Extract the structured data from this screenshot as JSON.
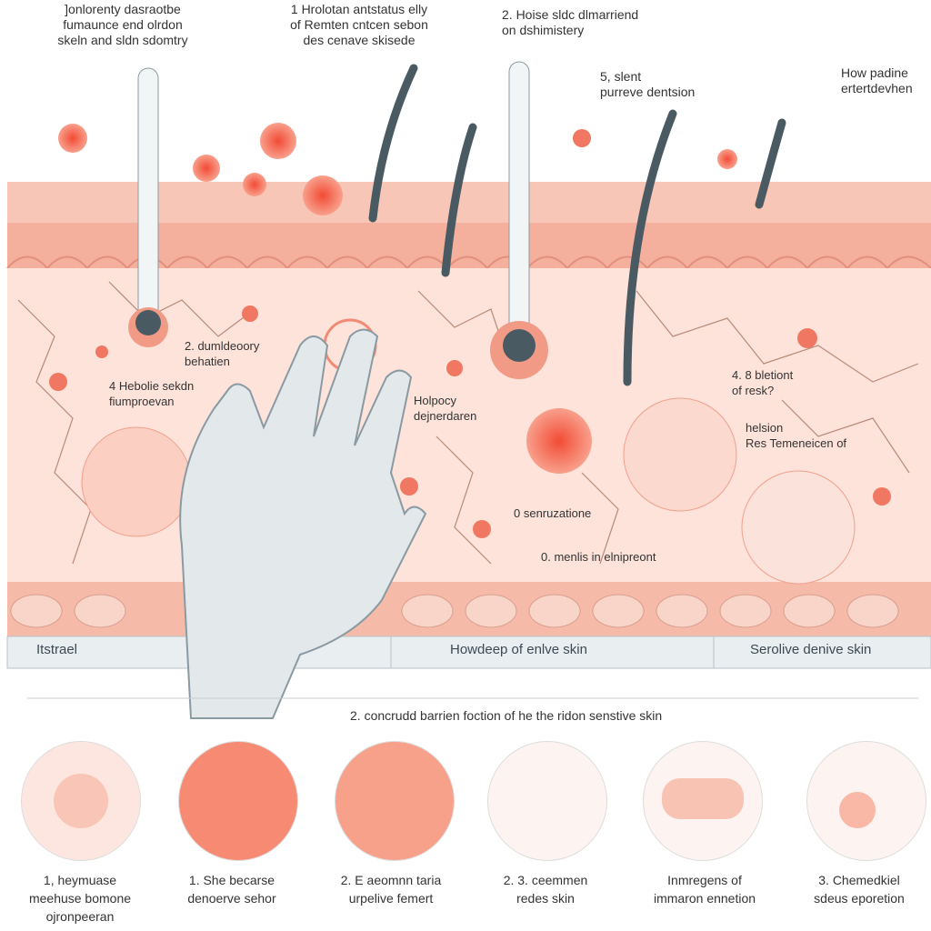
{
  "colors": {
    "skin_top": "#f6b9a8",
    "dermis": "#fde3da",
    "accent": "#f26a55",
    "hand": "#e3e8ea",
    "hair": "#4a5a62"
  },
  "top_labels": [
    {
      "lines": [
        "]onlorenty dasraotbe",
        "fumaunce end olrdon",
        "skeln and sldn sdomtry"
      ]
    },
    {
      "lines": [
        "1 Hrolotan antstatus elly",
        "of Remten cntcen sebon",
        "des cenave skisede"
      ]
    },
    {
      "lines": [
        "2. Hoise sldc dlmarriend",
        "on dshimistery"
      ]
    },
    {
      "lines": [
        "5, slent",
        "purreve dentsion"
      ]
    },
    {
      "lines": [
        "How padine",
        "ertertdevhen"
      ]
    }
  ],
  "mid_labels": [
    {
      "lines": [
        "2. dumldeoory",
        "behatien"
      ]
    },
    {
      "lines": [
        "4 Hebolie sekdn",
        "fiumproevan"
      ]
    },
    {
      "lines": [
        "Holpocy",
        "dejnerdaren"
      ]
    },
    {
      "lines": [
        "4. 8 bletiont",
        "of resk?"
      ]
    },
    {
      "lines": [
        "helsion",
        "Res Temeneicen of"
      ]
    },
    {
      "lines": [
        "0 senruzatione"
      ]
    },
    {
      "lines": [
        "0. menlis in elnipreont"
      ]
    }
  ],
  "layer_labels": [
    "Itstrael",
    "Howdeep of enlve skin",
    "Serolive denive skin"
  ],
  "section_title": "2. concrudd barrien foction of he the ridon senstive skin",
  "circles": [
    {
      "lines": [
        "1, heymuase",
        "meehuse bomone",
        "ojronpeeran"
      ]
    },
    {
      "lines": [
        "1.  She becarse",
        "denoerve sehor"
      ]
    },
    {
      "lines": [
        "2. E aeomnn taria",
        "urpelive femert"
      ]
    },
    {
      "lines": [
        "2. 3. ceemmen",
        "redes skin"
      ]
    },
    {
      "lines": [
        "Inmregens of",
        "immaron ennetion"
      ]
    },
    {
      "lines": [
        "3. Chemedkiel",
        "sdeus eporetion"
      ]
    }
  ]
}
